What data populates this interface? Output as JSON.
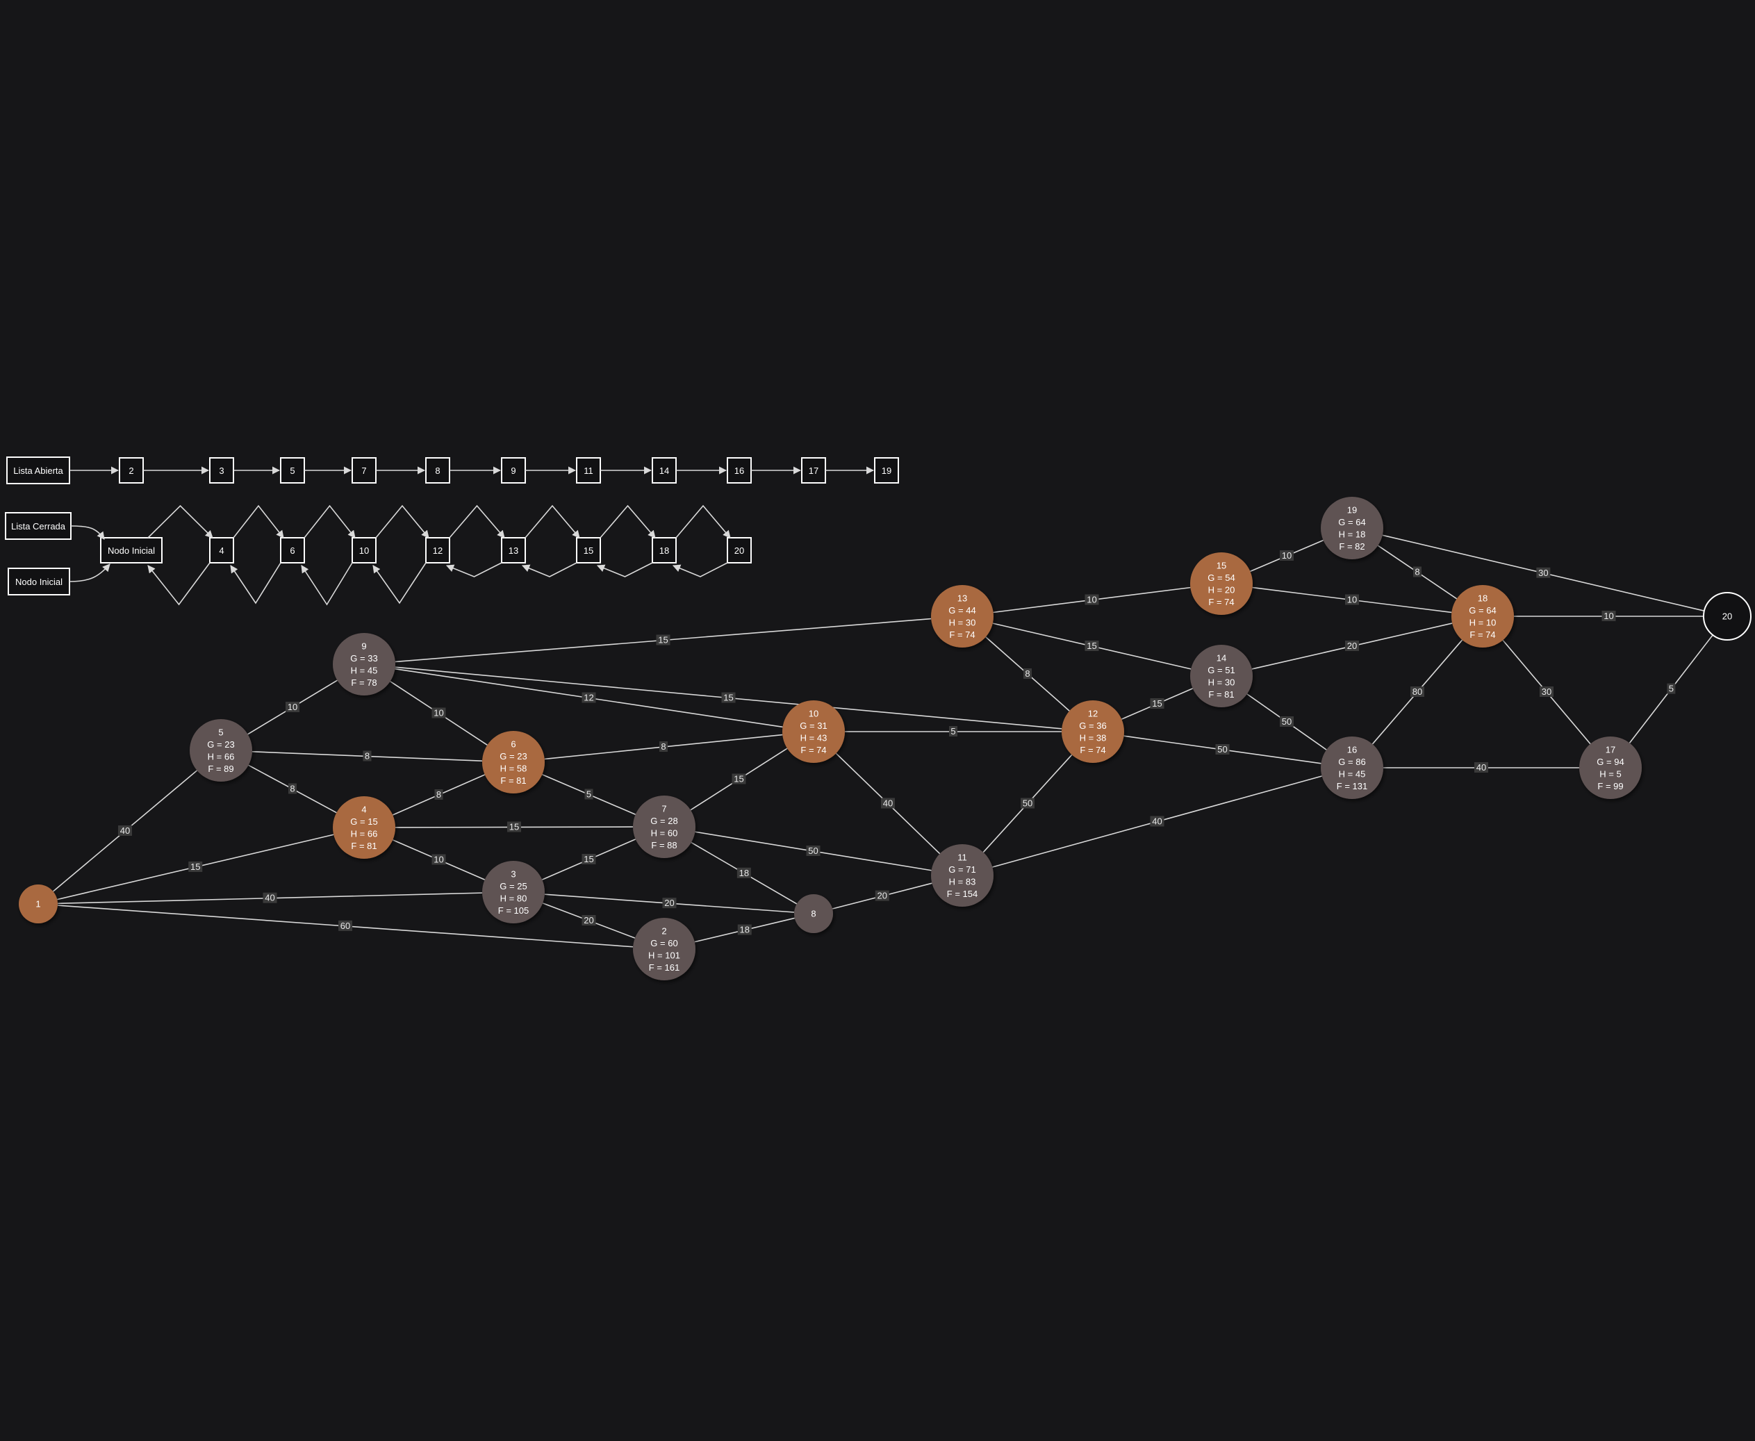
{
  "colors": {
    "background": "#161618",
    "closed_node": "#a9693f",
    "open_node": "#5e5252",
    "goal_node": "#111113",
    "edge": "#d9d9d9"
  },
  "lists": {
    "open_label": "Lista Abierta",
    "closed_label": "Lista Cerrada",
    "initial_label": "Nodo Inicial",
    "open_items": [
      "2",
      "3",
      "5",
      "7",
      "8",
      "9",
      "11",
      "14",
      "16",
      "17",
      "19"
    ],
    "closed_items": [
      "Nodo Inicial",
      "4",
      "6",
      "10",
      "12",
      "13",
      "15",
      "18",
      "20"
    ]
  },
  "graph": {
    "nodes": [
      {
        "id": "1",
        "lines": [
          "1"
        ],
        "state": "closed"
      },
      {
        "id": "2",
        "lines": [
          "2",
          "G = 60",
          "H = 101",
          "F = 161"
        ],
        "state": "open"
      },
      {
        "id": "3",
        "lines": [
          "3",
          "G = 25",
          "H = 80",
          "F = 105"
        ],
        "state": "open"
      },
      {
        "id": "4",
        "lines": [
          "4",
          "G = 15",
          "H = 66",
          "F = 81"
        ],
        "state": "closed"
      },
      {
        "id": "5",
        "lines": [
          "5",
          "G = 23",
          "H = 66",
          "F = 89"
        ],
        "state": "open"
      },
      {
        "id": "6",
        "lines": [
          "6",
          "G = 23",
          "H = 58",
          "F = 81"
        ],
        "state": "closed"
      },
      {
        "id": "7",
        "lines": [
          "7",
          "G = 28",
          "H = 60",
          "F = 88"
        ],
        "state": "open"
      },
      {
        "id": "8",
        "lines": [
          "8"
        ],
        "state": "open"
      },
      {
        "id": "9",
        "lines": [
          "9",
          "G = 33",
          "H = 45",
          "F = 78"
        ],
        "state": "open"
      },
      {
        "id": "10",
        "lines": [
          "10",
          "G = 31",
          "H = 43",
          "F = 74"
        ],
        "state": "closed"
      },
      {
        "id": "11",
        "lines": [
          "11",
          "G = 71",
          "H = 83",
          "F = 154"
        ],
        "state": "open"
      },
      {
        "id": "12",
        "lines": [
          "12",
          "G = 36",
          "H = 38",
          "F = 74"
        ],
        "state": "closed"
      },
      {
        "id": "13",
        "lines": [
          "13",
          "G = 44",
          "H = 30",
          "F = 74"
        ],
        "state": "closed"
      },
      {
        "id": "14",
        "lines": [
          "14",
          "G = 51",
          "H = 30",
          "F = 81"
        ],
        "state": "open"
      },
      {
        "id": "15",
        "lines": [
          "15",
          "G = 54",
          "H = 20",
          "F = 74"
        ],
        "state": "closed"
      },
      {
        "id": "16",
        "lines": [
          "16",
          "G = 86",
          "H = 45",
          "F = 131"
        ],
        "state": "open"
      },
      {
        "id": "17",
        "lines": [
          "17",
          "G = 94",
          "H = 5",
          "F = 99"
        ],
        "state": "open"
      },
      {
        "id": "18",
        "lines": [
          "18",
          "G = 64",
          "H = 10",
          "F = 74"
        ],
        "state": "closed"
      },
      {
        "id": "19",
        "lines": [
          "19",
          "G = 64",
          "H = 18",
          "F = 82"
        ],
        "state": "open"
      },
      {
        "id": "20",
        "lines": [
          "20"
        ],
        "state": "goal"
      }
    ],
    "edges": [
      {
        "from": "1",
        "to": "5",
        "weight": "40"
      },
      {
        "from": "1",
        "to": "4",
        "weight": "15"
      },
      {
        "from": "1",
        "to": "3",
        "weight": "40"
      },
      {
        "from": "1",
        "to": "2",
        "weight": "60"
      },
      {
        "from": "5",
        "to": "9",
        "weight": "10"
      },
      {
        "from": "5",
        "to": "6",
        "weight": "8"
      },
      {
        "from": "5",
        "to": "4",
        "weight": "8"
      },
      {
        "from": "9",
        "to": "13",
        "weight": "15"
      },
      {
        "from": "9",
        "to": "12",
        "weight": "15"
      },
      {
        "from": "9",
        "to": "10",
        "weight": "12"
      },
      {
        "from": "9",
        "to": "6",
        "weight": "10"
      },
      {
        "from": "4",
        "to": "6",
        "weight": "8"
      },
      {
        "from": "4",
        "to": "7",
        "weight": "15"
      },
      {
        "from": "4",
        "to": "3",
        "weight": "10"
      },
      {
        "from": "6",
        "to": "10",
        "weight": "8"
      },
      {
        "from": "6",
        "to": "7",
        "weight": "5"
      },
      {
        "from": "3",
        "to": "7",
        "weight": "15"
      },
      {
        "from": "3",
        "to": "8",
        "weight": "20"
      },
      {
        "from": "3",
        "to": "2",
        "weight": "20"
      },
      {
        "from": "2",
        "to": "8",
        "weight": "18"
      },
      {
        "from": "7",
        "to": "10",
        "weight": "15"
      },
      {
        "from": "7",
        "to": "11",
        "weight": "50"
      },
      {
        "from": "7",
        "to": "8",
        "weight": "18"
      },
      {
        "from": "8",
        "to": "11",
        "weight": "20"
      },
      {
        "from": "10",
        "to": "12",
        "weight": "5"
      },
      {
        "from": "10",
        "to": "11",
        "weight": "40"
      },
      {
        "from": "11",
        "to": "12",
        "weight": "50"
      },
      {
        "from": "11",
        "to": "16",
        "weight": "40"
      },
      {
        "from": "13",
        "to": "15",
        "weight": "10"
      },
      {
        "from": "13",
        "to": "14",
        "weight": "15"
      },
      {
        "from": "13",
        "to": "12",
        "weight": "8"
      },
      {
        "from": "12",
        "to": "14",
        "weight": "15"
      },
      {
        "from": "12",
        "to": "16",
        "weight": "50"
      },
      {
        "from": "15",
        "to": "19",
        "weight": "10"
      },
      {
        "from": "15",
        "to": "18",
        "weight": "10"
      },
      {
        "from": "14",
        "to": "18",
        "weight": "20"
      },
      {
        "from": "14",
        "to": "16",
        "weight": "50"
      },
      {
        "from": "16",
        "to": "18",
        "weight": "80"
      },
      {
        "from": "16",
        "to": "17",
        "weight": "40"
      },
      {
        "from": "19",
        "to": "18",
        "weight": "8"
      },
      {
        "from": "19",
        "to": "20",
        "weight": "30"
      },
      {
        "from": "18",
        "to": "20",
        "weight": "10"
      },
      {
        "from": "18",
        "to": "17",
        "weight": "30"
      },
      {
        "from": "17",
        "to": "20",
        "weight": "5"
      }
    ]
  }
}
